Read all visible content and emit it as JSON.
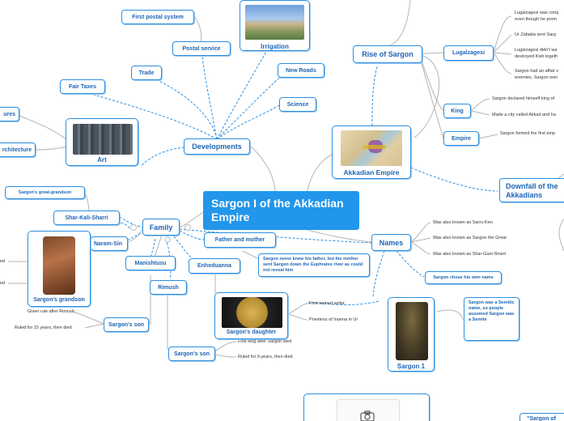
{
  "central": {
    "title": "Sargon I of the Akkadian Empire"
  },
  "nodes": {
    "developments": "Developments",
    "first_postal": "First postal system",
    "postal": "Postal service",
    "irrigation": "Irrigation",
    "trade": "Trade",
    "new_roads": "New Roads",
    "fair_taxes": "Fair Taxes",
    "science": "Science",
    "sculptures": "ures",
    "architecture": "rchitecture",
    "art": "Art",
    "family": "Family",
    "great_grandson": "Sargon's great-grandson",
    "shar_kali": "Shar-Kali-Sharri",
    "naram_sin": "Naram-Sin",
    "grandson": "Sargon's grandson",
    "manishtusu": "Manishtusu",
    "rimush": "Rimush",
    "enheduanna": "Enheduanna",
    "father_mother": "Father and mother",
    "sargons_son_1": "Sargon's son",
    "sargons_son_2": "Sargon's son",
    "daughter": "Sargon's daughter",
    "names": "Names",
    "sargon1": "Sargon 1",
    "chose_name": "Sargon chose his own name",
    "semitic": "Sargon was a Semitic name, so people assumed Sargon was a Semite",
    "never_knew": "Sargon never knew his father, but his mother sent Sargon down the Euphrates river as could not reveal him",
    "rise": "Rise of Sargon",
    "lugalzagesi": "Lugalzagesi",
    "king": "King",
    "empire": "Empire",
    "akkadian_empire": "Akkadian Empire",
    "downfall": "Downfall of the Akkadians",
    "bottom_right": "\"Sargon of"
  },
  "leaves": {
    "lug1": "Lugalzagesi was conq",
    "lug1b": "even though he prom",
    "lug2": "Ur Zababa sent Sarg",
    "lug3": "Lugalzagesi didn't wa",
    "lug3b": "destroyed Kish togeth",
    "lug4": "Sargon had an affair v",
    "lug4b": "enemies, Sargon won",
    "king1": "Sargon declared himself king of",
    "king2": "Made a city called Akkad and ha",
    "empire1": "Sargon formed the first emp",
    "name1": "Was also known as Sarru-Ken",
    "name2": "Was also known as Sargon the Great",
    "name3": "Was also known as Shar-Gani-Sharri",
    "daughter1": "First named writer",
    "daughter2": "Priestess of Inanna in Ur",
    "rimush1": "First king after Sargon died",
    "rimush2": "Ruled for 9 years, then died",
    "man1": "Given rule after Rimush",
    "man2": "Ruled for 15 years, then died",
    "ns1": "ed",
    "ns2": "ed"
  },
  "colors": {
    "accent": "#2196ea",
    "border": "#2b8fe0",
    "text": "#1e64b4",
    "line": "#b4b4b4"
  }
}
